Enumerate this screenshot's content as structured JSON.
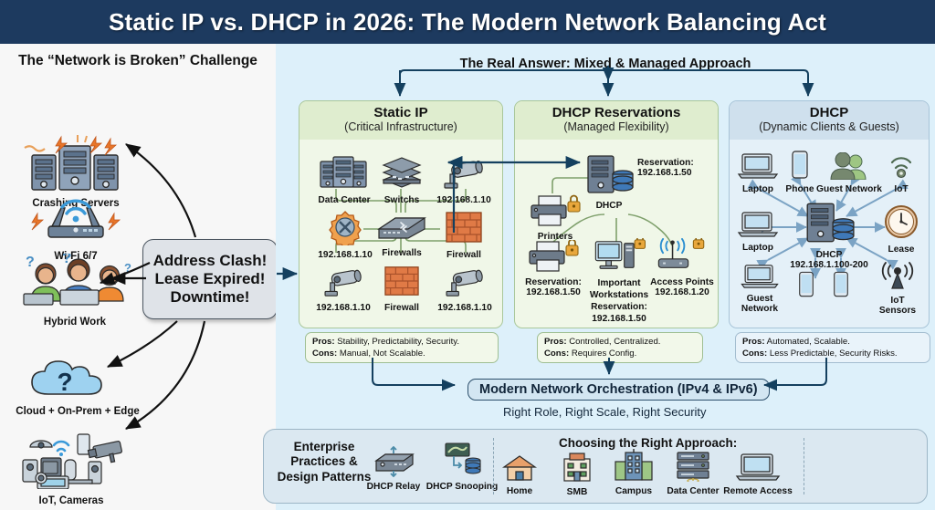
{
  "header": {
    "title": "Static IP vs. DHCP in 2026: The Modern Network Balancing Act"
  },
  "left": {
    "title": "The “Network is Broken” Challenge",
    "items": [
      {
        "label": "Crashing Servers",
        "icon": "servers-icon"
      },
      {
        "label": "Wi-Fi 6/7",
        "icon": "wifi-router-icon"
      },
      {
        "label": "Hybrid Work",
        "icon": "hybrid-workers-icon"
      },
      {
        "label": "Cloud + On-Prem + Edge",
        "icon": "cloud-question-icon"
      },
      {
        "label": "IoT, Cameras",
        "icon": "iot-devices-icon"
      }
    ],
    "callout": {
      "line1": "Address Clash!",
      "line2": "Lease Expired!",
      "line3": "Downtime!"
    }
  },
  "main": {
    "title": "The Real Answer: Mixed & Managed Approach",
    "cards": [
      {
        "heading": "Static IP",
        "subheading": "(Critical Infrastructure)",
        "nodes": [
          {
            "label": "Data Center",
            "icon": "servers-icon"
          },
          {
            "label": "Switchs",
            "icon": "switch-stack-icon"
          },
          {
            "label": "192.168.1.10",
            "icon": "camera-icon"
          },
          {
            "label": "192.168.1.10",
            "icon": "gear-icon"
          },
          {
            "label": "Firewalls",
            "icon": "switch-icon"
          },
          {
            "label": "Firewall",
            "icon": "brick-wall-icon"
          },
          {
            "label": "192.168.1.10",
            "icon": "camera-icon"
          },
          {
            "label": "Firewall",
            "icon": "brick-wall-icon"
          },
          {
            "label": "192.168.1.10",
            "icon": "camera-icon"
          }
        ],
        "pros_label": "Pros:",
        "pros_text": " Stability, Predictability, Security.",
        "cons_label": "Cons:",
        "cons_text": " Manual, Not Scalable."
      },
      {
        "heading": "DHCP Reservations",
        "subheading": "(Managed Flexibility)",
        "nodes": [
          {
            "label": "DHCP",
            "icon": "dhcp-server-icon"
          },
          {
            "label": "Reservation:\n192.168.1.50",
            "icon": "reservation-note"
          },
          {
            "label": "Printers",
            "icon": "printer-lock-icon"
          },
          {
            "label": "Reservation:\n192.168.1.50",
            "icon": "printer-lock-icon"
          },
          {
            "label": "Important\nWorkstations\nReservation:\n192.168.1.50",
            "icon": "workstation-lock-icon"
          },
          {
            "label": "Access Points\n192.168.1.20",
            "icon": "access-point-lock-icon"
          }
        ],
        "pros_label": "Pros:",
        "pros_text": " Controlled, Centralized.",
        "cons_label": "Cons:",
        "cons_text": " Requires Config."
      },
      {
        "heading": "DHCP",
        "subheading": "(Dynamic Clients & Guests)",
        "nodes": [
          {
            "label": "Laptop",
            "icon": "laptop-icon"
          },
          {
            "label": "Phone",
            "icon": "phone-icon"
          },
          {
            "label": "Guest Network",
            "icon": "users-icon"
          },
          {
            "label": "IoT",
            "icon": "iot-icon"
          },
          {
            "label": "Laptop",
            "icon": "laptop-icon"
          },
          {
            "label": "DHCP\n192.168.1.100-200",
            "icon": "dhcp-server-icon"
          },
          {
            "label": "Lease",
            "icon": "clock-icon"
          },
          {
            "label": "Guest\nNetwork",
            "icon": "laptop-icon"
          },
          {
            "label": "IoT\nSensors",
            "icon": "sensor-icon"
          }
        ],
        "pros_label": "Pros:",
        "pros_text": " Automated, Scalable.",
        "cons_label": "Cons:",
        "cons_text": " Less Predictable, Security Risks."
      }
    ],
    "orchestration": {
      "banner": "Modern Network Orchestration (IPv4 & IPv6)",
      "subtitle": "Right Role, Right Scale, Right Security"
    }
  },
  "bottom": {
    "left_label": "Enterprise\nPractices &\nDesign Patterns",
    "left_items": [
      {
        "label": "DHCP Relay",
        "icon": "relay-icon"
      },
      {
        "label": "DHCP Snooping",
        "icon": "snooping-icon"
      }
    ],
    "right_title": "Choosing the Right Approach:",
    "right_items": [
      {
        "label": "Home",
        "icon": "house-icon"
      },
      {
        "label": "SMB",
        "icon": "small-building-icon"
      },
      {
        "label": "Campus",
        "icon": "campus-building-icon"
      },
      {
        "label": "Data Center",
        "icon": "rack-icon"
      },
      {
        "label": "Remote Access",
        "icon": "laptop-icon"
      }
    ]
  },
  "colors": {
    "header_bg": "#1d3a5f",
    "main_bg": "#ddf0fa",
    "green_card": "#f0f7e8",
    "blue_card": "#e4f0f8",
    "strip_bg": "#dbe8f1",
    "accent_arrow": "#2c4f6b"
  }
}
